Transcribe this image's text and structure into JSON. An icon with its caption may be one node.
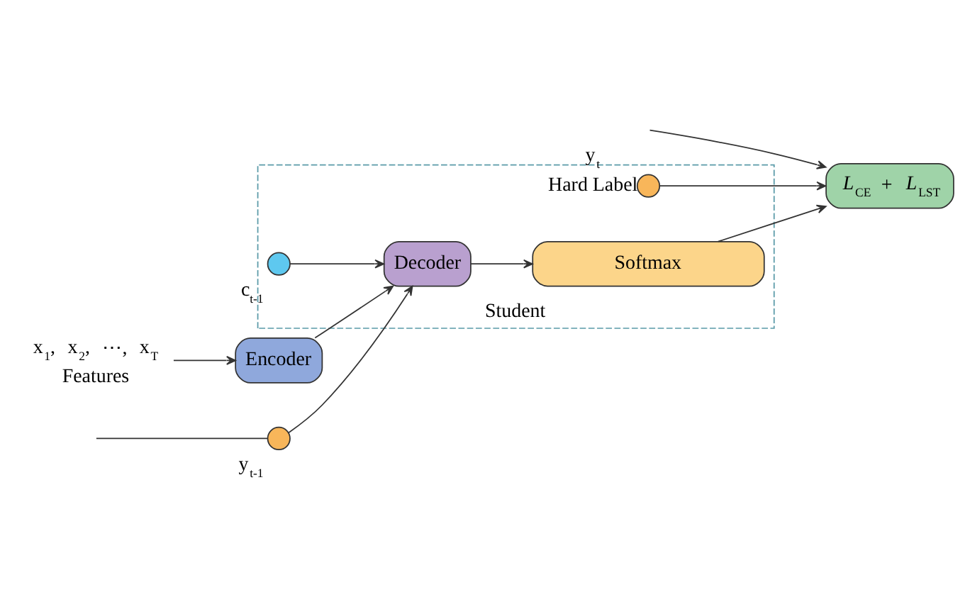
{
  "diagram": {
    "nodes": [
      {
        "text": [
          "Student"
        ]
      },
      {
        "text": [],
        "shape": "circle",
        "in": 0,
        "beside": [
          "y$_{t}$",
          "Hard Label"
        ]
      },
      {
        "text": [
          "Softmax"
        ],
        "in": 0
      },
      {
        "text": [
          "Decoder"
        ],
        "in": 0
      },
      {
        "text": [],
        "shape": "circle",
        "in": 0,
        "beside": [
          "c$_{t-1}$"
        ]
      },
      {
        "text": [
          "Encoder"
        ]
      },
      {
        "text": [
          "x$_{1}$, x$_{2}$, ⋯, x$_{T}$",
          "Features"
        ]
      },
      {
        "text": [
          "*L*$_{CE}$ + *L*$_{LST}$"
        ]
      },
      {
        "text": [],
        "shape": "circle",
        "beside": [
          "y$_{t-1}$"
        ]
      }
    ],
    "edges": [
      {
        "from": 6,
        "to": 5,
        "arrow": "to"
      },
      {
        "from": 5,
        "to": 3,
        "arrow": "to"
      },
      {
        "from": 3,
        "to": 2,
        "arrow": "to"
      },
      {
        "from": 1,
        "to": 7,
        "arrow": "to"
      },
      {
        "from": 2,
        "to": 7,
        "arrow": "to"
      },
      {
        "from": null,
        "to": 7,
        "arrow": "to"
      },
      {
        "from": 4,
        "to": 3,
        "arrow": "to"
      },
      {
        "from": 8,
        "to": 3,
        "arrow": "to"
      },
      {
        "from": null,
        "to": 8,
        "arrow": "none"
      }
    ]
  }
}
